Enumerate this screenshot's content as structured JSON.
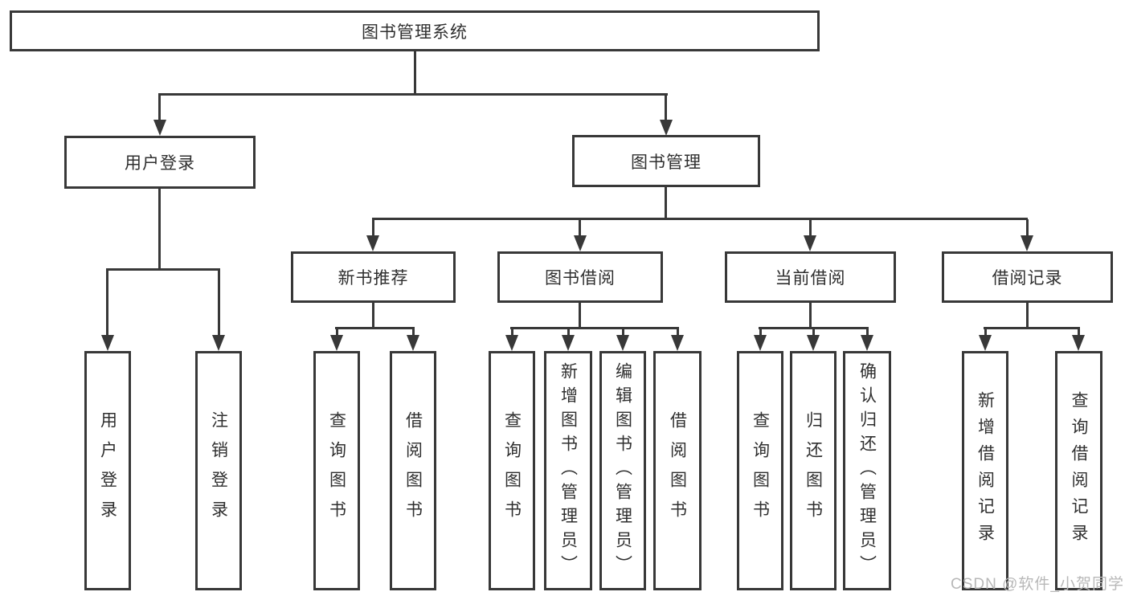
{
  "diagram": {
    "type": "function-structure-tree",
    "colors": {
      "line": "#383838",
      "box_border": "#383838",
      "text": "#2f2f2f",
      "background": "#ffffff",
      "watermark": "#b8b8b8"
    },
    "tree": {
      "label": "图书管理系统",
      "children": [
        {
          "label": "用户登录",
          "children": [
            {
              "label": "用户登录"
            },
            {
              "label": "注销登录"
            }
          ]
        },
        {
          "label": "图书管理",
          "children": [
            {
              "label": "新书推荐",
              "children": [
                {
                  "label": "查询图书"
                },
                {
                  "label": "借阅图书"
                }
              ]
            },
            {
              "label": "图书借阅",
              "children": [
                {
                  "label": "查询图书"
                },
                {
                  "label": "新增图书（管理员）"
                },
                {
                  "label": "编辑图书（管理员）"
                },
                {
                  "label": "借阅图书"
                }
              ]
            },
            {
              "label": "当前借阅",
              "children": [
                {
                  "label": "查询图书"
                },
                {
                  "label": "归还图书"
                },
                {
                  "label": "确认归还（管理员）"
                }
              ]
            },
            {
              "label": "借阅记录",
              "children": [
                {
                  "label": "新增借阅记录"
                },
                {
                  "label": "查询借阅记录"
                }
              ]
            }
          ]
        }
      ]
    },
    "watermark": {
      "text": "CSDN @软件_小贺同学"
    }
  }
}
